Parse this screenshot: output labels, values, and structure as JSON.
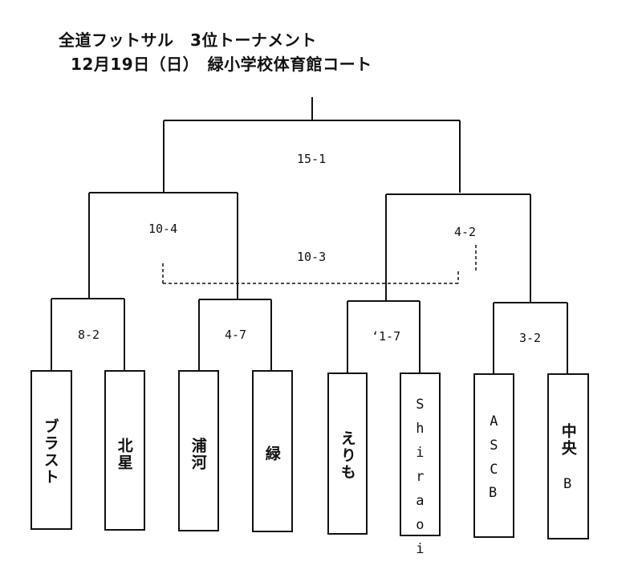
{
  "title_line1": "全道フットサル　3位トーナメント",
  "title_line2": "12月19日（日）　緑小学校体育館コート",
  "scores": {
    "final": "15-1",
    "semi_left": "10-4",
    "semi_right": "4-2",
    "third_place": "10-3",
    "qf1": "8-2",
    "qf2": "4-7",
    "qf3": "‘1-7",
    "qf4": "3-2"
  },
  "teams": [
    {
      "name": "ブラスト"
    },
    {
      "name": "北星"
    },
    {
      "name": "浦河"
    },
    {
      "name": "緑"
    },
    {
      "name": "えりも"
    },
    {
      "name": "Shiraoi"
    },
    {
      "name_line1": "ASC",
      "name_line2": "B"
    },
    {
      "name_line1": "中央",
      "name_line2": "B"
    }
  ]
}
